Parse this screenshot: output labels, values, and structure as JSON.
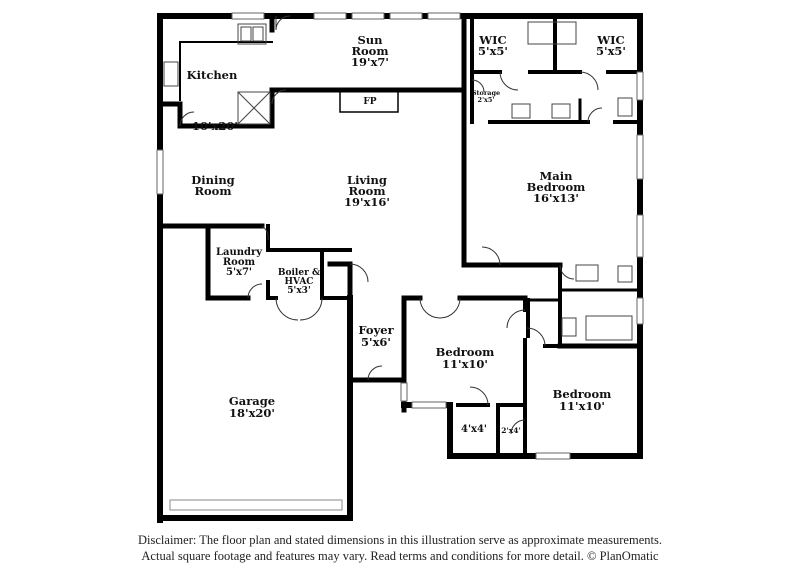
{
  "rooms": {
    "sun_room": {
      "name": "Sun",
      "name2": "Room",
      "dims": "19'x7'"
    },
    "kitchen": {
      "name": "Kitchen",
      "dims": "10'x20'"
    },
    "fireplace": {
      "label": "FP"
    },
    "wic_left": {
      "name": "WIC",
      "dims": "5'x5'"
    },
    "wic_right": {
      "name": "WIC",
      "dims": "5'x5'"
    },
    "storage": {
      "name": "Storage",
      "dims": "2'x5'"
    },
    "dining": {
      "name": "Dining",
      "name2": "Room"
    },
    "living": {
      "name": "Living",
      "name2": "Room",
      "dims": "19'x16'"
    },
    "main_bedroom": {
      "name": "Main",
      "name2": "Bedroom",
      "dims": "16'x13'"
    },
    "laundry": {
      "name": "Laundry",
      "name2": "Room",
      "dims": "5'x7'"
    },
    "boiler": {
      "name": "Boiler &",
      "name2": "HVAC",
      "dims": "5'x3'"
    },
    "foyer": {
      "name": "Foyer",
      "dims": "5'x6'"
    },
    "bedroom_mid": {
      "name": "Bedroom",
      "dims": "11'x10'"
    },
    "bedroom_right": {
      "name": "Bedroom",
      "dims": "11'x10'"
    },
    "closet_4x4": {
      "dims": "4'x4'"
    },
    "closet_2x4": {
      "dims": "2'x4'"
    },
    "garage": {
      "name": "Garage",
      "dims": "18'x20'"
    }
  },
  "disclaimer": {
    "line1": "Disclaimer: The floor plan and stated dimensions in this illustration serve as approximate measurements.",
    "line2": "Actual square footage and features may vary. Read terms and conditions for more detail. © PlanOmatic"
  }
}
